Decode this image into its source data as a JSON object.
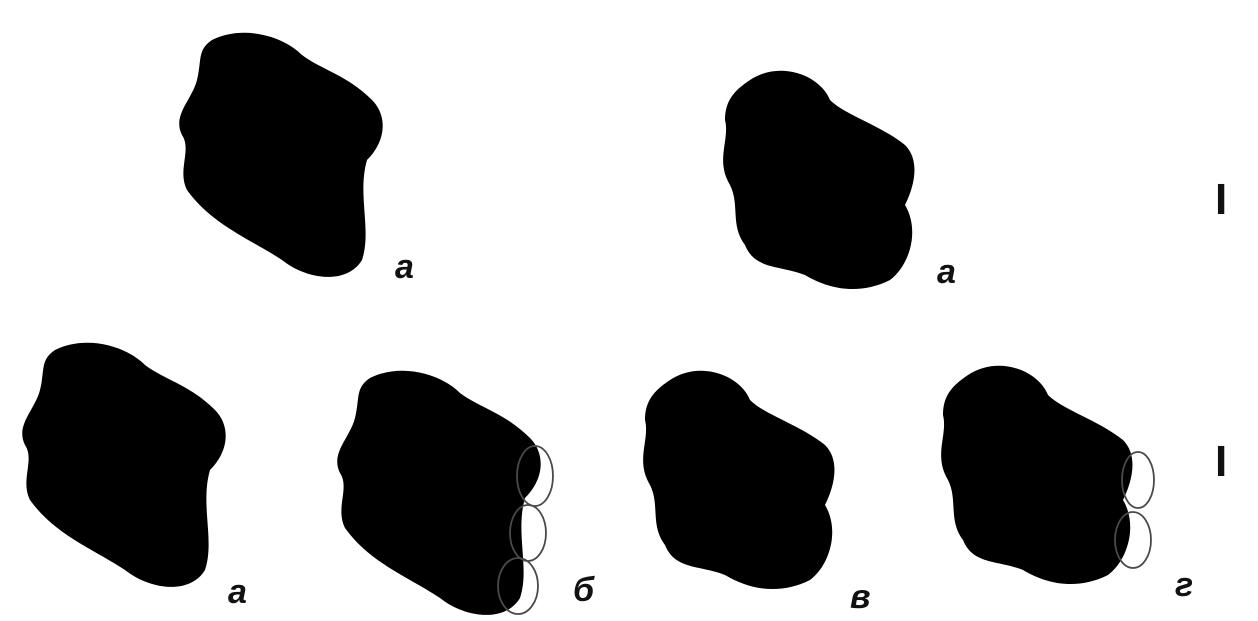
{
  "row1": {
    "roman_label": "I",
    "figures": [
      {
        "label": "а"
      },
      {
        "label": "а"
      }
    ]
  },
  "row2": {
    "roman_label": "I",
    "figures": [
      {
        "label": "а"
      },
      {
        "label": "б"
      },
      {
        "label": "в"
      },
      {
        "label": "г"
      }
    ]
  }
}
